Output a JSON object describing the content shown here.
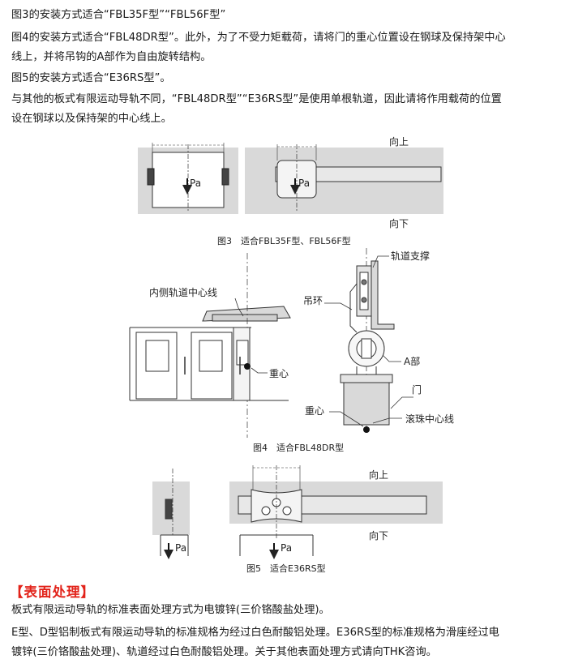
{
  "intro": {
    "line1": "图3的安装方式适合“FBL35F型”“FBL56F型”",
    "line2": "图4的安装方式适合“FBL48DR型”。此外，为了不受力矩载荷，请将门的重心位置设在钢球及保持架中心",
    "line3": "线上，并将吊钩的A部作为自由旋转结构。",
    "line4": "图5的安装方式适合“E36RS型”。",
    "line5": "与其他的板式有限运动导轨不同，“FBL48DR型”“E36RS型”是使用单根轨道，因此请将作用载荷的位置",
    "line6": "设在钢球以及保持架的中心线上。"
  },
  "fig3": {
    "up_label": "向上",
    "down_label": "向下",
    "pa_left": "Pa",
    "pa_right": "Pa",
    "caption": "图3　适合FBL35F型、FBL56F型"
  },
  "fig4": {
    "inner_rail_centerline": "内侧轨道中心线",
    "rail_support": "轨道支撑",
    "hanger": "吊环",
    "part_a": "A部",
    "door": "门",
    "cg_left": "重心",
    "cg_right": "重心",
    "ball_centerline": "滚珠中心线",
    "caption": "图4　适合FBL48DR型"
  },
  "fig5": {
    "up_label": "向上",
    "down_label": "向下",
    "pa_left": "Pa",
    "pa_right": "Pa",
    "caption": "图5　适合E36RS型"
  },
  "surface": {
    "heading": "【表面处理】",
    "p1": "板式有限运动导轨的标准表面处理方式为电镀锌(三价铬酸盐处理)。",
    "p2a": "E型、D型铝制板式有限运动导轨的标准规格为经过白色耐酸铝处理。E36RS型的标准规格为滑座经过电",
    "p2b": "镀锌(三价铬酸盐处理)、轨道经过白色耐酸铝处理。关于其他表面处理方式请向THK咨询。"
  },
  "colors": {
    "heading": "#e2231a",
    "panel_gray": "#d9d9d9"
  }
}
